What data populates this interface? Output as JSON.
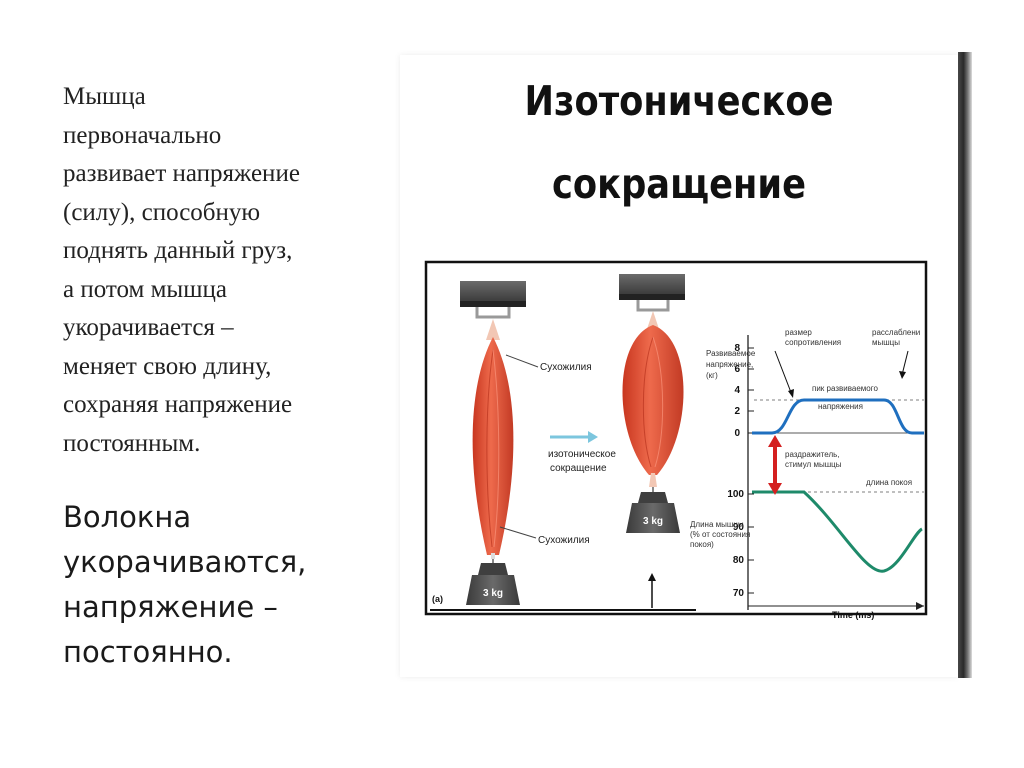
{
  "left_text": {
    "lines": [
      "Мышца",
      "первоначально",
      "развивает напряжение",
      "(силу), способную",
      "поднять данный груз,",
      "а потом мышца",
      "укорачивается –",
      "меняет свою длину,",
      "сохраняя напряжение",
      "постоянным."
    ]
  },
  "big_text": {
    "lines": [
      "Волокна",
      "укорачиваются,",
      "напряжение –",
      "постоянно."
    ]
  },
  "figure": {
    "title_line1": "Изотоническое",
    "title_line2": "сокращение",
    "tendon_top": "Сухожилия",
    "tendon_bottom": "Сухожилия",
    "arrow_label_1": "изотоническое",
    "arrow_label_2": "сокращение",
    "weight_left": "3 kg",
    "weight_right": "3 kg",
    "panel_label": "(a)",
    "graph": {
      "top_ylabel_1": "Развиваемое",
      "top_ylabel_2": "напряжение,",
      "top_ylabel_3": "(кг)",
      "top_ticks": [
        "8",
        "6",
        "4",
        "2",
        "0"
      ],
      "label_resistance_1": "размер",
      "label_resistance_2": "сопротивления",
      "label_relax_1": "расслаблени",
      "label_relax_2": "мышцы",
      "label_peak_1": "пик развиваемого",
      "label_peak_2": "напряжения",
      "label_stim_1": "раздражитель,",
      "label_stim_2": "стимул мышцы",
      "label_rest": "длина покоя",
      "bottom_ylabel_1": "Длина мышцы",
      "bottom_ylabel_2": "(% от состояния",
      "bottom_ylabel_3": "покоя)",
      "bottom_ticks": [
        "100",
        "90",
        "80",
        "70"
      ],
      "xlabel": "Time (ms)"
    }
  },
  "colors": {
    "muscle": "#e4533a",
    "curve": "#1f6fbf",
    "length_curve": "#1e8a6a",
    "stim_arrow": "#d42020",
    "arrow_cyan": "#7cc6de"
  }
}
